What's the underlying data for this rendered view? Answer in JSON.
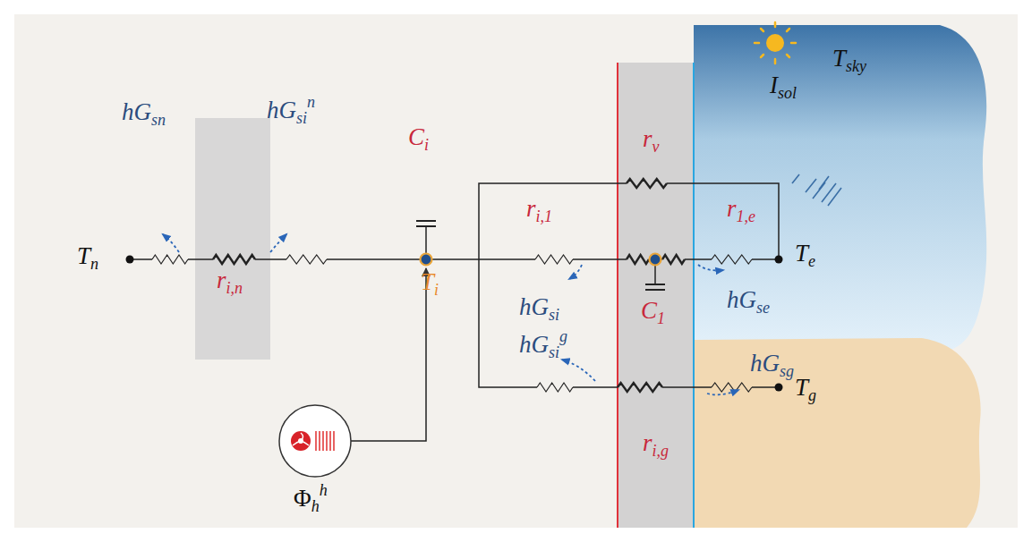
{
  "diagram": {
    "labels": [
      "Tn",
      "hGsn",
      "ri,n",
      "hGsin",
      "Ci",
      "Ti",
      "Φhh",
      "ri,1",
      "hGsi",
      "hGsig",
      "rv",
      "r1,e",
      "C1",
      "hGse",
      "Te",
      "Isol",
      "Tsky",
      "hGsg",
      "Tg",
      "ri,g"
    ]
  }
}
